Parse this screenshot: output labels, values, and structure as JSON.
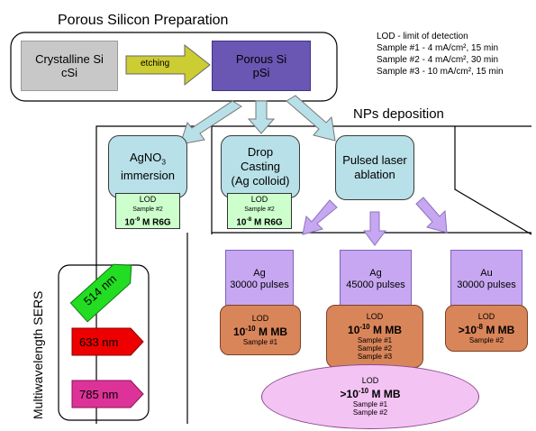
{
  "header": {
    "title": "Porous Silicon Preparation",
    "lod_note": "LOD - limit of detection",
    "samples": [
      "Sample #1 - 4 mA/cm², 15 min",
      "Sample #2 - 4 mA/cm², 30 min",
      "Sample #3 - 10 mA/cm², 15 min"
    ]
  },
  "prep": {
    "csi_line1": "Crystalline Si",
    "csi_line2": "cSi",
    "etching": "etching",
    "psi_line1": "Porous Si",
    "psi_line2": "pSi"
  },
  "deposition": {
    "title": "NPs deposition",
    "methods": [
      {
        "line1": "AgNO",
        "sub": "3",
        "line2": "immersion",
        "lod_label": "LOD",
        "lod_sample": "Sample #2",
        "lod_prefix": "10",
        "lod_exp": "-9",
        "lod_suffix": " M R6G"
      },
      {
        "line1": "Drop",
        "line2": "Casting",
        "line3": "(Ag colloid)",
        "lod_label": "LOD",
        "lod_sample": "Sample #2",
        "lod_prefix": "10",
        "lod_exp": "-8",
        "lod_suffix": " M R6G"
      },
      {
        "line1": "Pulsed laser",
        "line2": "ablation"
      }
    ]
  },
  "pla": [
    {
      "metal": "Ag",
      "pulses": "30000 pulses",
      "lod_label": "LOD",
      "lod_prefix": "10",
      "lod_exp": "-10",
      "lod_suffix": " M MB",
      "samples": [
        "Sample #1"
      ]
    },
    {
      "metal": "Ag",
      "pulses": "45000 pulses",
      "lod_label": "LOD",
      "lod_prefix": "10",
      "lod_exp": "-10",
      "lod_suffix": " M MB",
      "samples": [
        "Sample #1",
        "Sample #2",
        "Sample #3"
      ]
    },
    {
      "metal": "Au",
      "pulses": "30000 pulses",
      "lod_label": "LOD",
      "lod_prefix": ">10",
      "lod_exp": "-8",
      "lod_suffix": " M MB",
      "samples": [
        "Sample #2"
      ]
    }
  ],
  "combined": {
    "lod_label": "LOD",
    "lod_prefix": ">10",
    "lod_exp": "-10",
    "lod_suffix": " M MB",
    "samples": [
      "Sample #1",
      "Sample #2"
    ]
  },
  "sers": {
    "label": "Multiwavelength SERS",
    "wavelengths": [
      {
        "text": "514 nm",
        "color": "#22dd22"
      },
      {
        "text": "633 nm",
        "color": "#ee0000"
      },
      {
        "text": "785 nm",
        "color": "#dd3399"
      }
    ]
  },
  "colors": {
    "purple_box": "#6a56b3",
    "teal_box": "#b8e0e8",
    "lod_green": "#ccffcc",
    "lavender": "#c7a7f1",
    "orange": "#d9855a",
    "pink_ellipse": "#f3c3f3",
    "arrow_olive": "#cccc33",
    "arrow_teal": "#b8e0e8",
    "arrow_lavender": "#c7a7f1"
  }
}
